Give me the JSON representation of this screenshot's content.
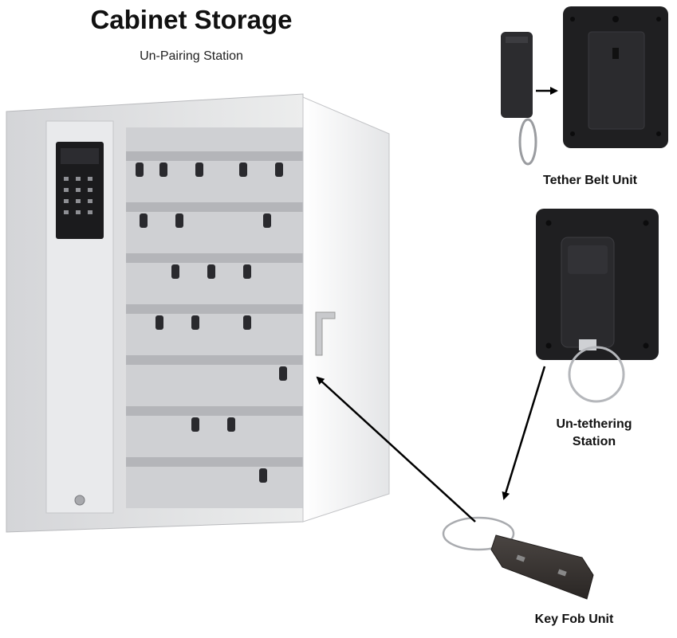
{
  "title": "Cabinet Storage",
  "subtitle": "Un-Pairing Station",
  "labels": {
    "tether_belt_unit": "Tether Belt Unit",
    "untethering_station_line1": "Un-tethering",
    "untethering_station_line2": "Station",
    "key_fob_unit": "Key Fob Unit"
  },
  "colors": {
    "cabinet_body": "#e6e7e9",
    "cabinet_door": "#f4f4f5",
    "device_dark": "#1f1f21",
    "fob_body": "#3a3634",
    "arrow": "#000000"
  }
}
